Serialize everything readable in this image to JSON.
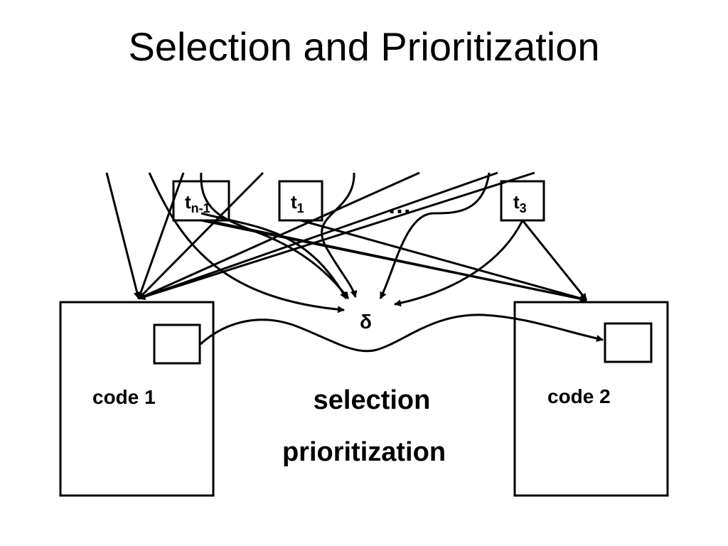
{
  "slide": {
    "title": "Selection and Prioritization"
  },
  "diagram": {
    "tests": [
      {
        "base": "t",
        "sub": "n-1"
      },
      {
        "base": "t",
        "sub": "1"
      },
      {
        "base": "t",
        "sub": "3"
      }
    ],
    "ellipsis": "…",
    "delta": "δ",
    "left_code": "code 1",
    "right_code": "code 2",
    "caption_line1": "selection",
    "caption_line2": "prioritization"
  }
}
